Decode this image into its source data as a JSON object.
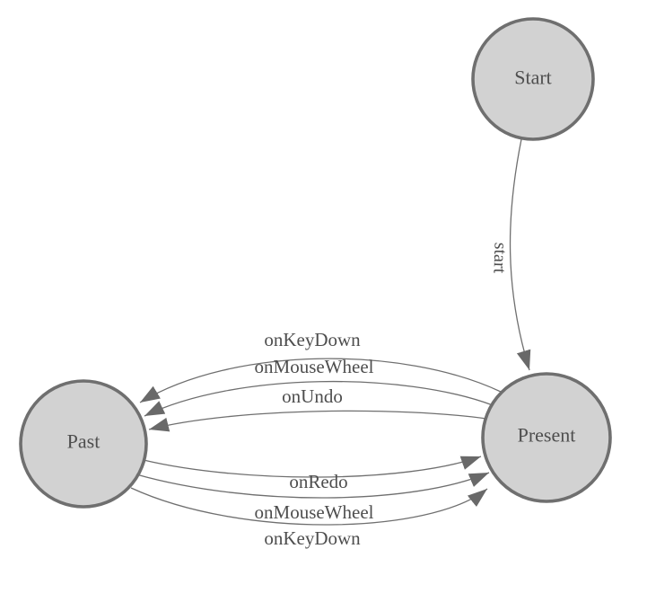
{
  "diagram": {
    "type": "finite-state-machine",
    "nodes": [
      {
        "id": "start",
        "label": "Start"
      },
      {
        "id": "past",
        "label": "Past"
      },
      {
        "id": "present",
        "label": "Present"
      }
    ],
    "edges": [
      {
        "id": "start-to-present",
        "from": "Start",
        "to": "Present",
        "label": "start"
      },
      {
        "id": "present-to-past-keydown",
        "from": "Present",
        "to": "Past",
        "label": "onKeyDown"
      },
      {
        "id": "present-to-past-mousewheel",
        "from": "Present",
        "to": "Past",
        "label": "onMouseWheel"
      },
      {
        "id": "present-to-past-undo",
        "from": "Present",
        "to": "Past",
        "label": "onUndo"
      },
      {
        "id": "past-to-present-redo",
        "from": "Past",
        "to": "Present",
        "label": "onRedo"
      },
      {
        "id": "past-to-present-mousewheel",
        "from": "Past",
        "to": "Present",
        "label": "onMouseWheel"
      },
      {
        "id": "past-to-present-keydown",
        "from": "Past",
        "to": "Present",
        "label": "onKeyDown"
      }
    ],
    "colors": {
      "background": "#ffffff",
      "node_fill": "#d2d2d2",
      "node_stroke": "#6f6f6f",
      "edge_stroke": "#6f6f6f",
      "arrow_fill": "#696969",
      "text": "#4e4e4e"
    }
  }
}
